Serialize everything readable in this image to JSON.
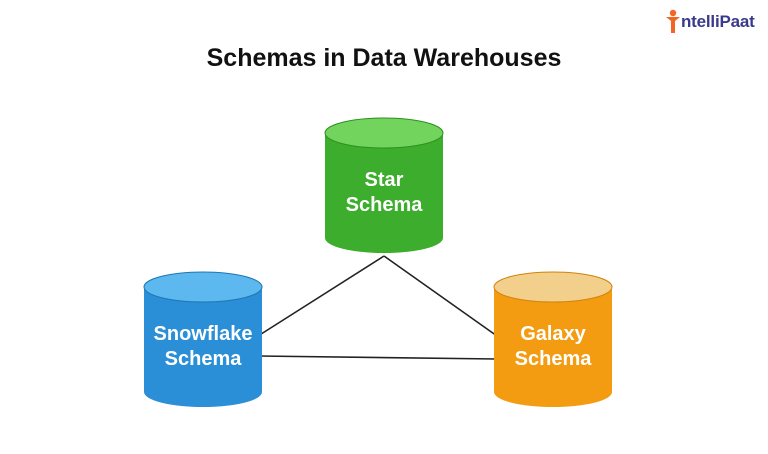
{
  "title": "Schemas in Data Warehouses",
  "logo": {
    "text": "ntelliPaat",
    "icon": "person-icon",
    "color": "#3a3a8c",
    "accent": "#f26522"
  },
  "nodes": [
    {
      "id": "star",
      "lines": [
        "Star",
        "Schema"
      ],
      "top": "#72d45c",
      "body": "#3cad2c",
      "edge": "#2e8f22"
    },
    {
      "id": "snowflake",
      "lines": [
        "Snowflake",
        "Schema"
      ],
      "top": "#5cb8ee",
      "body": "#2a8fd6",
      "edge": "#1f76b4"
    },
    {
      "id": "galaxy",
      "lines": [
        "Galaxy",
        "Schema"
      ],
      "top": "#f2cf8a",
      "body": "#f39c12",
      "edge": "#d1830a"
    }
  ],
  "connections": [
    {
      "from": "star",
      "to": "snowflake"
    },
    {
      "from": "star",
      "to": "galaxy"
    },
    {
      "from": "snowflake",
      "to": "galaxy"
    }
  ]
}
